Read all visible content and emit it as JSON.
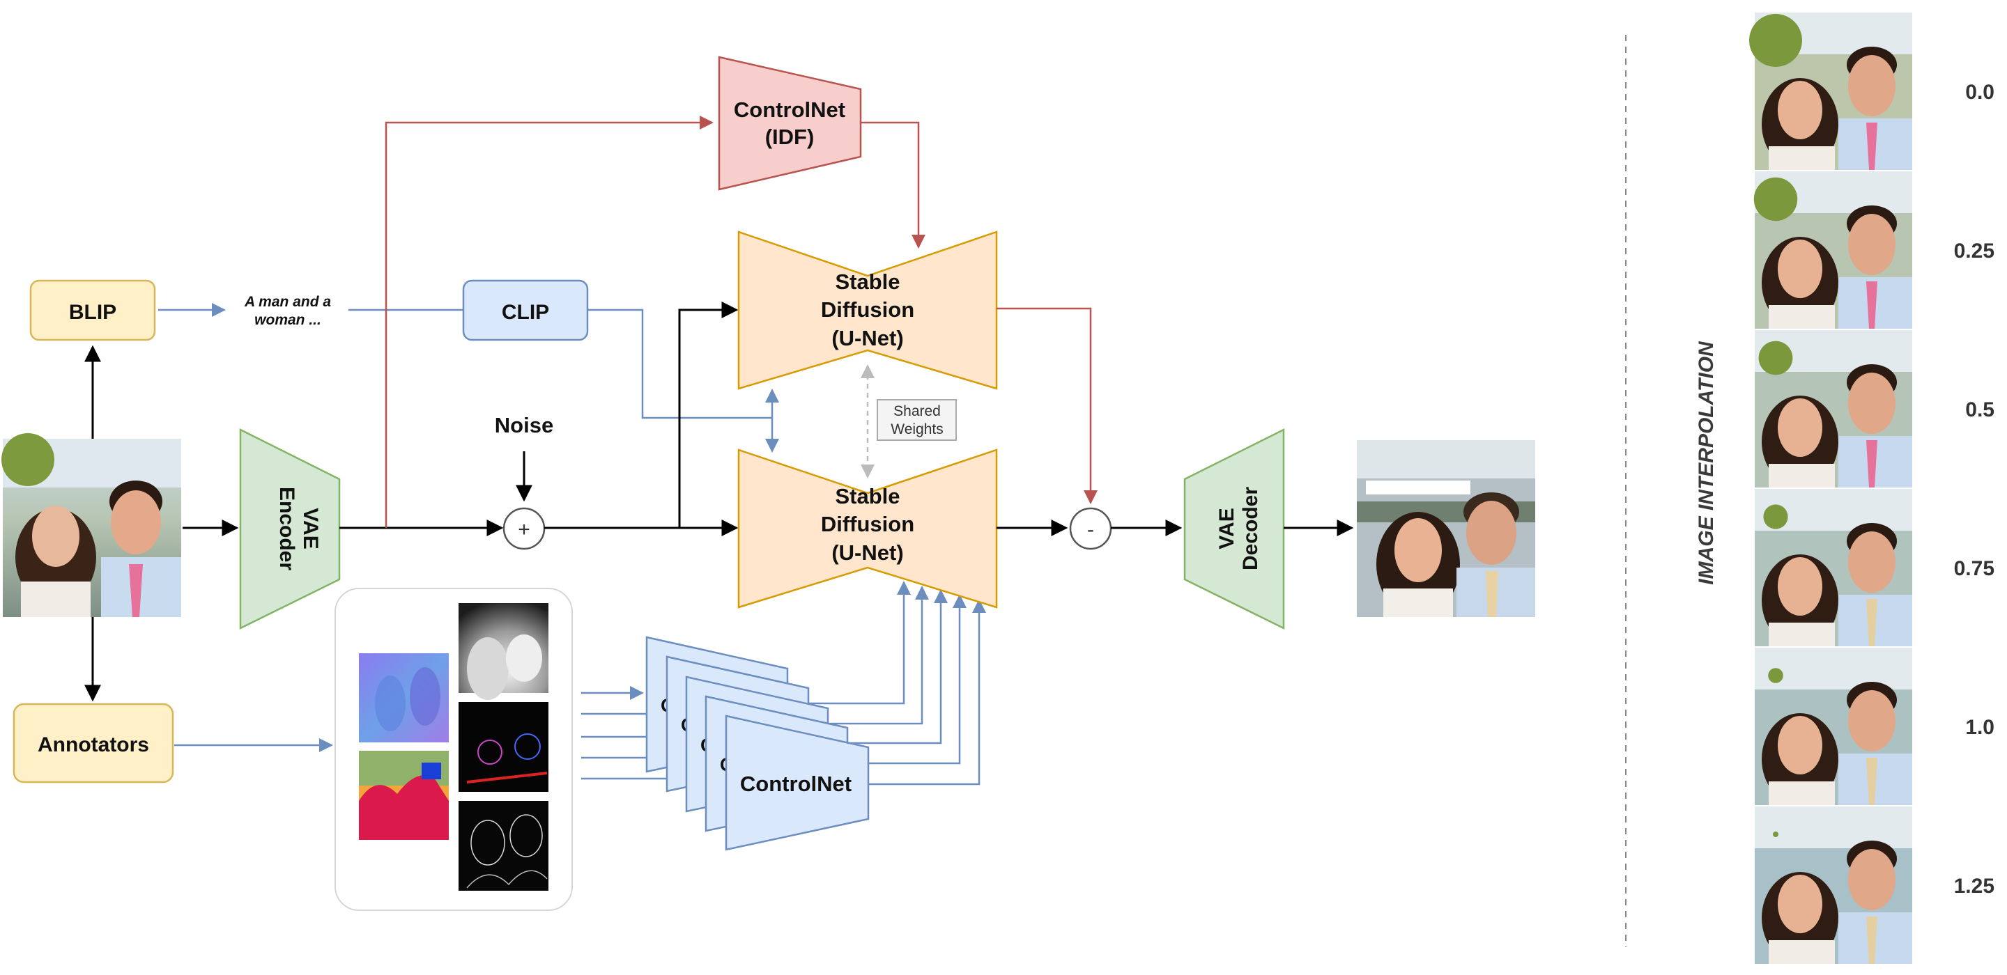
{
  "pipeline": {
    "blip_label": "BLIP",
    "caption_line1": "A man and a",
    "caption_line2": "woman ...",
    "clip_label": "CLIP",
    "controlnet_idf_line1": "ControlNet",
    "controlnet_idf_line2": "(IDF)",
    "sd_top_line1": "Stable",
    "sd_top_line2": "Diffusion",
    "sd_top_line3": "(U-Net)",
    "sd_bottom_line1": "Stable",
    "sd_bottom_line2": "Diffusion",
    "sd_bottom_line3": "(U-Net)",
    "shared_line1": "Shared",
    "shared_line2": "Weights",
    "noise_label": "Noise",
    "plus_symbol": "+",
    "minus_symbol": "-",
    "vae_encoder_line1": "VAE",
    "vae_encoder_line2": "Encoder",
    "vae_decoder_line1": "VAE",
    "vae_decoder_line2": "Decoder",
    "annotators_label": "Annotators",
    "controlnet_stack_label": "ControlNet",
    "controlnet_stack_partial": "C"
  },
  "interpolation": {
    "title": "IMAGE INTERPOLATION",
    "values": [
      "0.0",
      "0.25",
      "0.5",
      "0.75",
      "1.0",
      "1.25"
    ]
  },
  "colors": {
    "yellow_fill": "#fff0c7",
    "yellow_stroke": "#d6b656",
    "blue_fill": "#dae8fc",
    "blue_stroke": "#6c8ebf",
    "red_fill": "#f8cecc",
    "red_stroke": "#b85450",
    "orange_fill": "#ffe6cc",
    "orange_stroke": "#d79b00",
    "green_fill": "#d5e8d4",
    "green_stroke": "#82b366",
    "arrow_black": "#000000",
    "arrow_blue": "#6c8ebf",
    "arrow_red": "#b85450",
    "arrow_gray": "#bbbbbb"
  }
}
